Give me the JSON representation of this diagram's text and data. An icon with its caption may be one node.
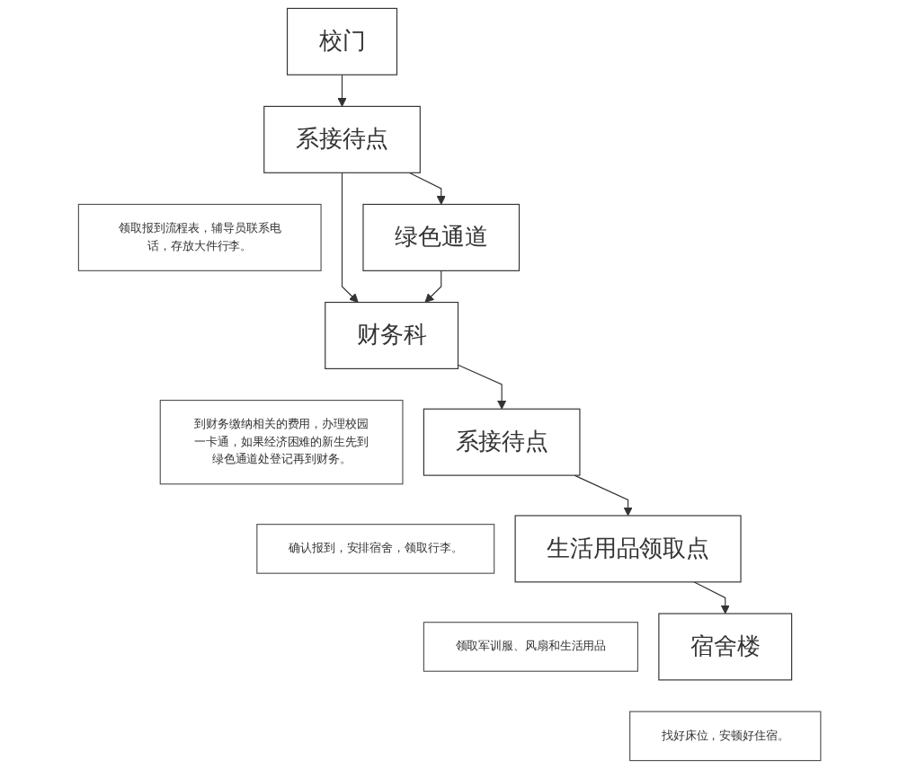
{
  "diagram": {
    "nodes": [
      {
        "text": [
          "校门"
        ]
      },
      {
        "text": [
          "系接待点"
        ]
      },
      {
        "text": [
          "领取报到流程表，辅导员联系电话，存放大件行李。"
        ]
      },
      {
        "text": [
          "到财务缴纳相关的费用，办理校园一卡通，如果经济困难的新生先到绿色通道处登记再到财务。"
        ]
      },
      {
        "text": [
          "绿色通道"
        ]
      },
      {
        "text": [
          "财务科"
        ]
      },
      {
        "text": [
          "系接待点"
        ]
      },
      {
        "text": [
          "确认报到，安排宿舍，领取行李。"
        ]
      },
      {
        "text": [
          "生活用品领取点"
        ]
      },
      {
        "text": [
          "领取军训服、风扇和生活用品"
        ]
      },
      {
        "text": [
          "宿舍楼"
        ]
      },
      {
        "text": [
          "找好床位，安顿好住宿。"
        ]
      }
    ],
    "edges": [
      {
        "from": 0,
        "to": 1,
        "arrow": "to"
      },
      {
        "from": 1,
        "to": 5,
        "arrow": "to"
      },
      {
        "from": 1,
        "to": 4,
        "arrow": "to"
      },
      {
        "from": 4,
        "to": 5,
        "arrow": "to"
      },
      {
        "from": 5,
        "to": 6,
        "arrow": "to"
      },
      {
        "from": 6,
        "to": 8,
        "arrow": "to"
      },
      {
        "from": 8,
        "to": 10,
        "arrow": "to"
      }
    ]
  }
}
